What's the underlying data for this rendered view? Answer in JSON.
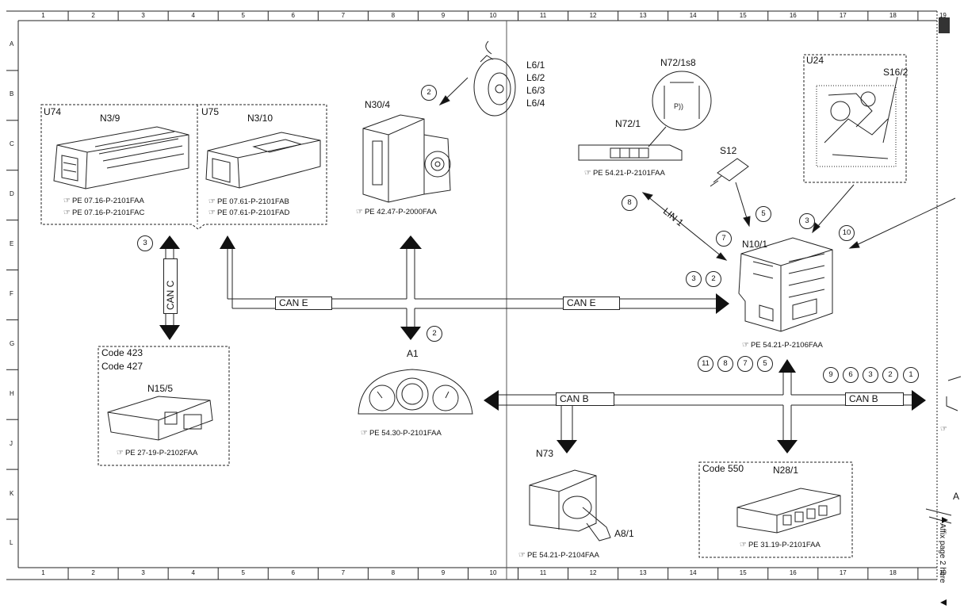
{
  "grid": {
    "columns": [
      "1",
      "2",
      "3",
      "4",
      "5",
      "6",
      "7",
      "8",
      "9",
      "10",
      "11",
      "12",
      "13",
      "14",
      "15",
      "16",
      "17",
      "18",
      "19"
    ],
    "rows": [
      "A",
      "B",
      "C",
      "D",
      "E",
      "F",
      "G",
      "H",
      "J",
      "K",
      "L"
    ]
  },
  "components": {
    "u74": {
      "group": "U74",
      "code": "N3/9",
      "refs": [
        "PE 07.16-P-2101FAA",
        "PE 07.16-P-2101FAC"
      ]
    },
    "u75": {
      "group": "U75",
      "code": "N3/10",
      "refs": [
        "PE 07.61-P-2101FAB",
        "PE 07.61-P-2101FAD"
      ]
    },
    "n30_4": {
      "code": "N30/4",
      "ref": "PE 42.47-P-2000FAA"
    },
    "l6": {
      "codes": [
        "L6/1",
        "L6/2",
        "L6/3",
        "L6/4"
      ]
    },
    "n72": {
      "code": "N72/1",
      "subcode": "N72/1s8",
      "ref": "PE 54.21-P-2101FAA"
    },
    "u24": {
      "group": "U24",
      "code": "S16/2"
    },
    "s12": {
      "code": "S12"
    },
    "n10_1": {
      "code": "N10/1",
      "ref": "PE 54.21-P-2106FAA"
    },
    "n15_5": {
      "codes": [
        "Code 423",
        "Code 427"
      ],
      "code": "N15/5",
      "ref": "PE 27-19-P-2102FAA"
    },
    "a1": {
      "code": "A1",
      "ref": "PE 54.30-P-2101FAA"
    },
    "n73": {
      "code": "N73",
      "subcode": "A8/1",
      "ref": "PE 54.21-P-2104FAA"
    },
    "n28_1": {
      "option": "Code 550",
      "code": "N28/1",
      "ref": "PE 31.19-P-2101FAA"
    },
    "right_partial": {
      "code": "A"
    }
  },
  "buses": {
    "can_e": "CAN E",
    "can_c": "CAN C",
    "can_b": "CAN B",
    "lin_1": "LIN 1"
  },
  "circled_numbers": {
    "u74_can_c": "3",
    "n30_4_wheel": "2",
    "a1_can_e": "2",
    "lin": "8",
    "s12": "5",
    "u24": "3",
    "right_edge": "10",
    "n10_1_lin": "7",
    "n10_1_can_e": [
      "3",
      "2"
    ],
    "n10_1_can_b": [
      "11",
      "8",
      "7",
      "5"
    ],
    "can_b_right": [
      "9",
      "6",
      "3",
      "2",
      "1"
    ]
  },
  "notes": {
    "affix": "Affix page 2 here"
  },
  "colors": {
    "ink": "#111111",
    "background": "#ffffff"
  }
}
